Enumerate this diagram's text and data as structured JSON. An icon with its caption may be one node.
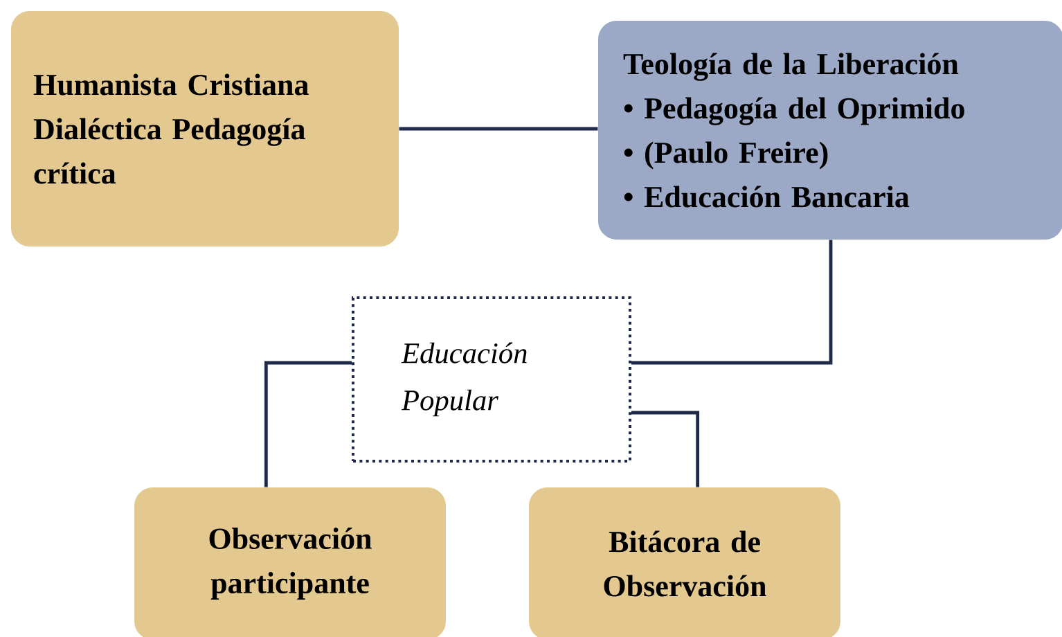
{
  "diagram": {
    "nodes": [
      {
        "text": [
          "Humanista Cristiana Dialéctica Pedagogía crítica"
        ]
      },
      {
        "text": [
          "Teología de la Liberación",
          "• Pedagogía del Oprimido",
          "• (Paulo Freire)",
          "• Educación Bancaria"
        ]
      },
      {
        "text": [
          "Educación Popular"
        ]
      },
      {
        "text": [
          "Observación participante"
        ]
      },
      {
        "text": [
          "Bitácora de Observación"
        ]
      }
    ],
    "edges": [
      {
        "from": 0,
        "to": 1,
        "arrow": "none"
      },
      {
        "from": 1,
        "to": 2,
        "arrow": "none"
      },
      {
        "from": 2,
        "to": 3,
        "arrow": "none"
      },
      {
        "from": 2,
        "to": 4,
        "arrow": "none"
      }
    ]
  }
}
